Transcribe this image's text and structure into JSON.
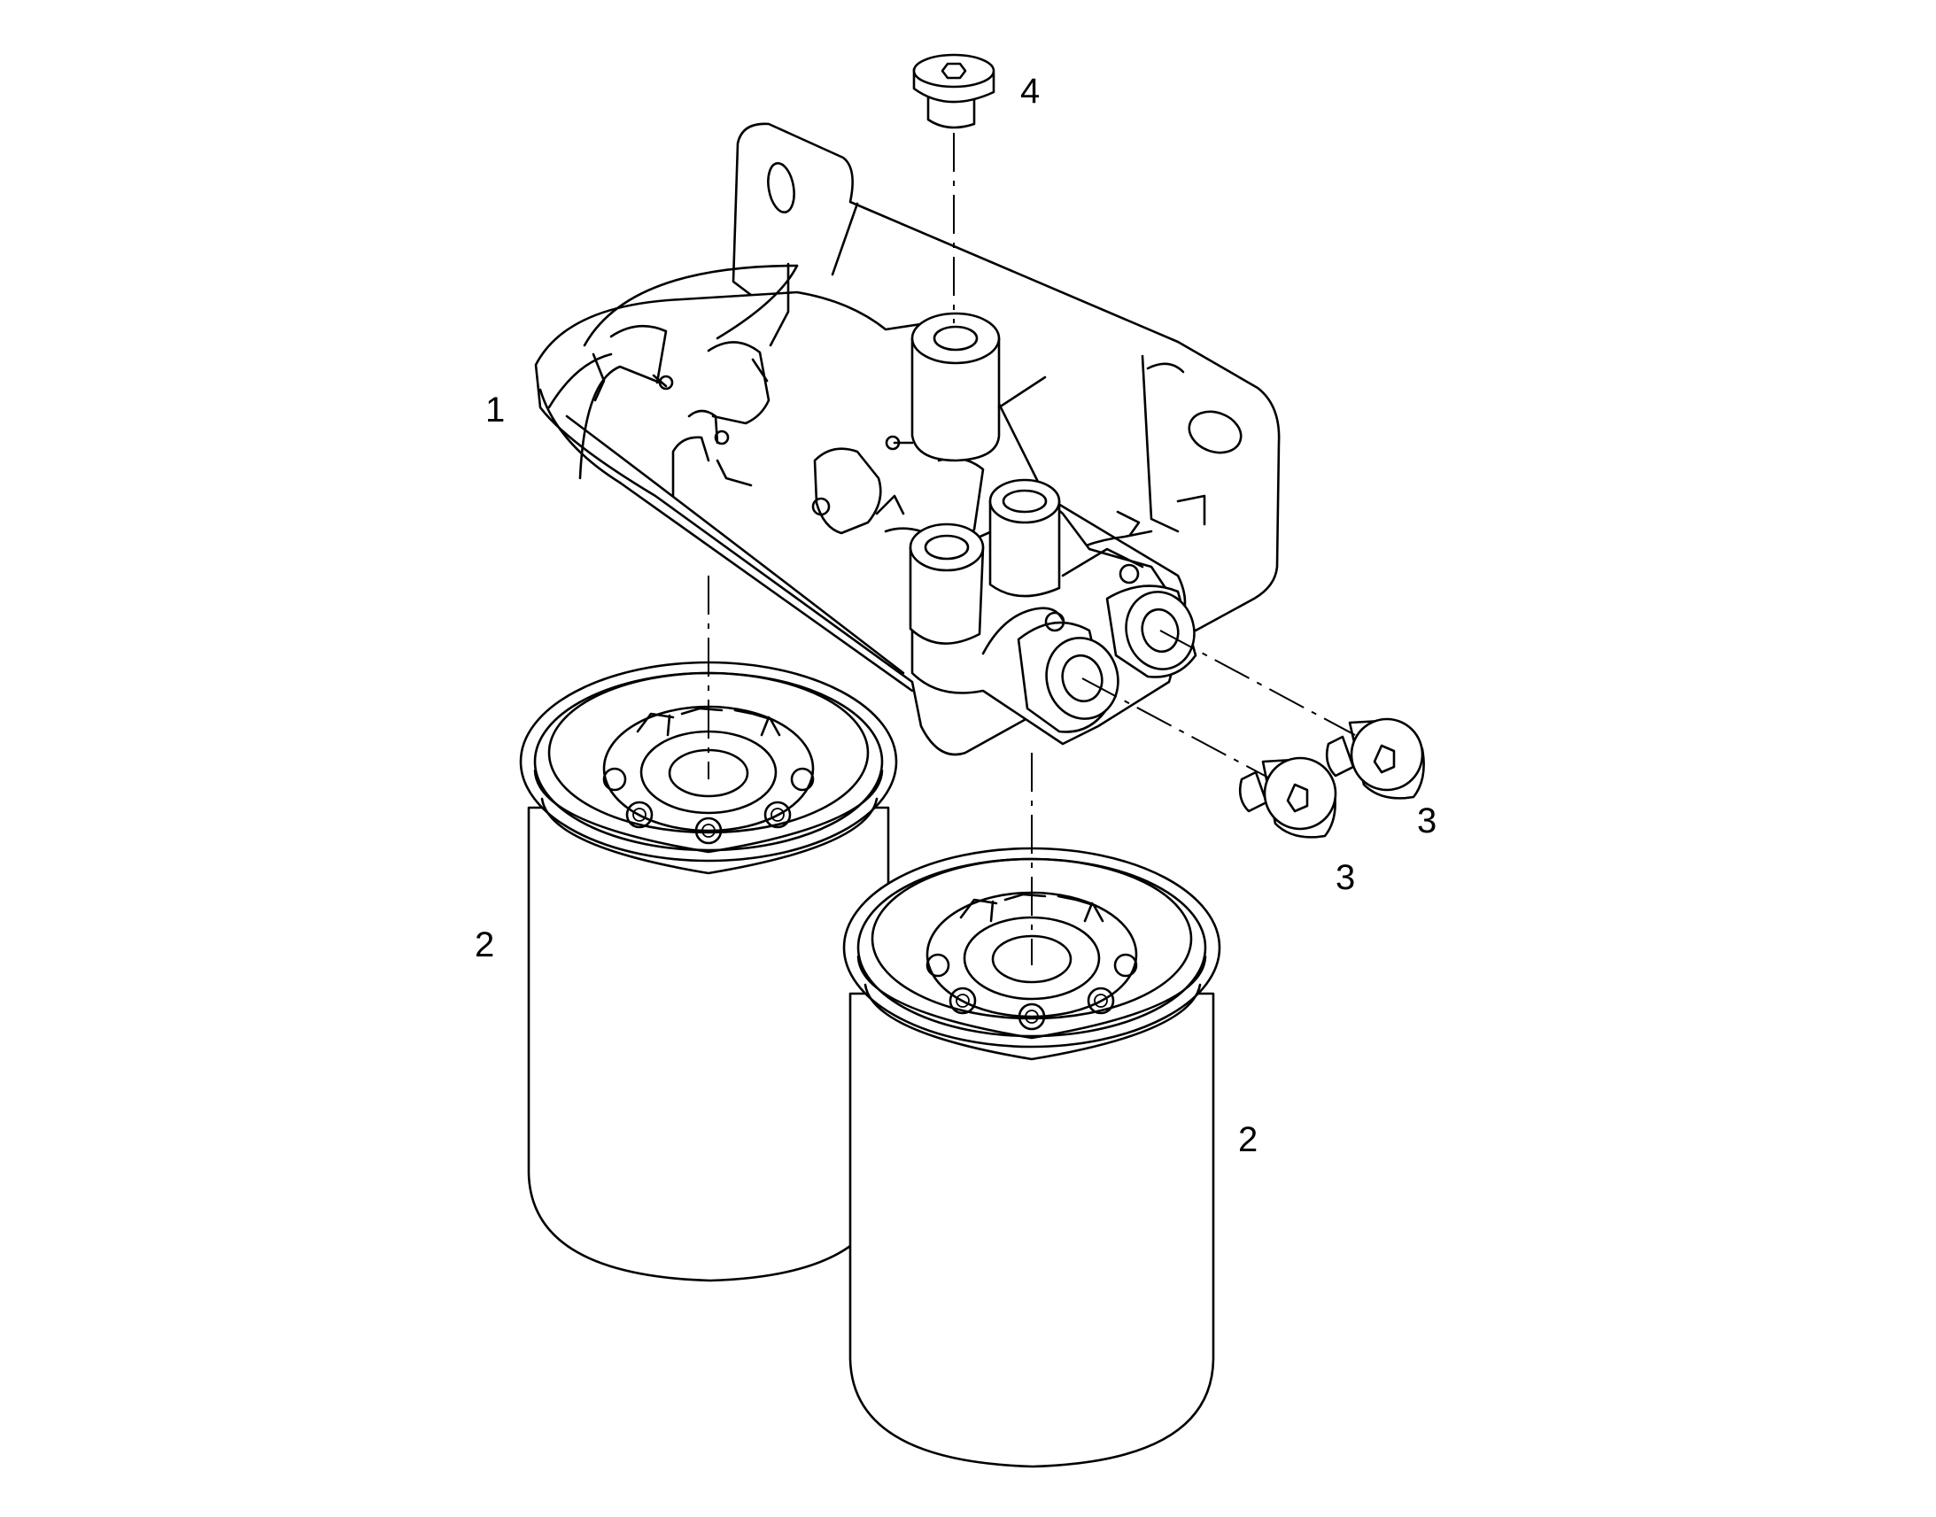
{
  "callouts": {
    "housing": "1",
    "filter_left": "2",
    "filter_right": "2",
    "plug_right": "3",
    "plug_left": "3",
    "top_plug": "4"
  },
  "colors": {
    "line": "#000000",
    "background": "#ffffff"
  }
}
